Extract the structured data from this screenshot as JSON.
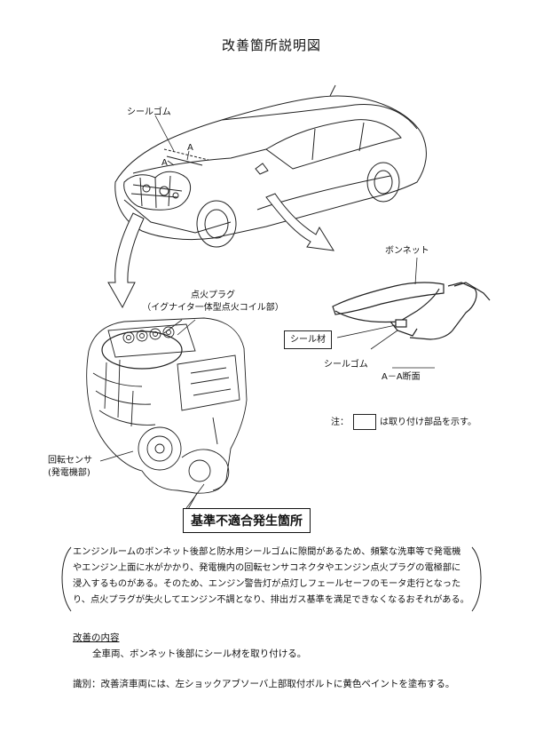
{
  "title": "改善箇所説明図",
  "labels": {
    "seal_rubber_top": "シールゴム",
    "a_top_1": "A",
    "a_top_2": "A",
    "bonnet": "ボンネット",
    "spark_plug_line1": "点火プラグ",
    "spark_plug_line2": "（イグナイタ一体型点火コイル部）",
    "seal_material": "シール材",
    "seal_rubber_section": "シールゴム",
    "section_aa": "A－A断面",
    "note_prefix": "注：",
    "note_suffix": "は取り付け部品を示す。",
    "rotation_sensor_line1": "回転センサ",
    "rotation_sensor_line2": "(発電機部)",
    "nonconformity": "基準不適合発生箇所"
  },
  "description": {
    "line1": "エンジンルームのボンネット後部と防水用シールゴムに隙間があるため、頻繁な洗車等で発電機",
    "line2": "やエンジン上面に水がかかり、発電機内の回転センサコネクタやエンジン点火プラグの電極部に",
    "line3": "浸入するものがある。そのため、エンジン警告灯が点灯しフェールセーフのモータ走行となった",
    "line4": "り、点火プラグが失火してエンジン不調となり、排出ガス基準を満足できなくなるおそれがある。"
  },
  "improvement": {
    "heading": "改善の内容",
    "body": "全車両、ボンネット後部にシール材を取り付ける。"
  },
  "identification": "識別：改善済車両には、左ショックアブソーバ上部取付ボルトに黄色ペイントを塗布する。"
}
